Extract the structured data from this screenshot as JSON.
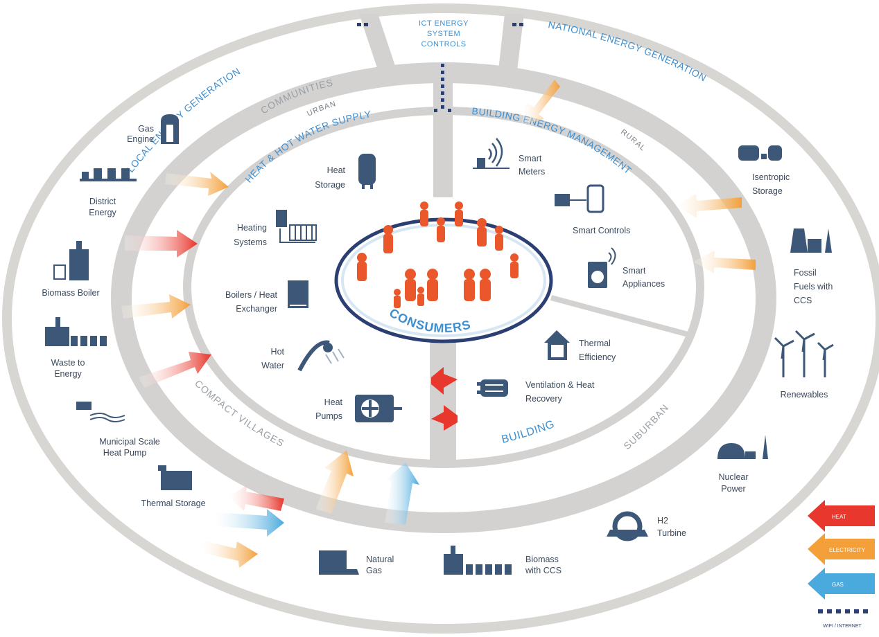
{
  "ict": {
    "line1": "ICT ENERGY",
    "line2": "SYSTEM",
    "line3": "CONTROLS"
  },
  "rings": {
    "local": "LOCAL ENERGY GENERATION",
    "national": "NATIONAL ENERGY GENERATION",
    "heat_supply": "HEAT & HOT WATER SUPPLY",
    "building_mgmt": "BUILDING ENERGY MANAGEMENT",
    "building": "BUILDING"
  },
  "zones": {
    "communities": "COMMUNITIES",
    "urban": "URBAN",
    "rural": "RURAL",
    "compact_villages": "COMPACT VILLAGES",
    "suburban": "SUBURBAN"
  },
  "center": {
    "label": "CONSUMERS"
  },
  "outer_items": {
    "gas_engine": [
      "Gas",
      "Engine"
    ],
    "district_energy": [
      "District",
      "Energy"
    ],
    "biomass_boiler": [
      "Biomass Boiler"
    ],
    "waste_to_energy": [
      "Waste to",
      "Energy"
    ],
    "municipal_heat_pump": [
      "Municipal Scale",
      "Heat Pump"
    ],
    "thermal_storage": [
      "Thermal Storage"
    ],
    "natural_gas": [
      "Natural",
      "Gas"
    ],
    "biomass_ccs": [
      "Biomass",
      "with CCS"
    ],
    "h2_turbine": [
      "H2",
      "Turbine"
    ],
    "nuclear_power": [
      "Nuclear",
      "Power"
    ],
    "renewables": [
      "Renewables"
    ],
    "fossil_ccs": [
      "Fossil",
      "Fuels with",
      "CCS"
    ],
    "isentropic_storage": [
      "Isentropic",
      "Storage"
    ]
  },
  "inner_items": {
    "heat_storage": [
      "Heat",
      "Storage"
    ],
    "heating_systems": [
      "Heating",
      "Systems"
    ],
    "boilers": [
      "Boilers / Heat",
      "Exchanger"
    ],
    "hot_water": [
      "Hot",
      "Water"
    ],
    "heat_pumps": [
      "Heat",
      "Pumps"
    ],
    "smart_meters": [
      "Smart",
      "Meters"
    ],
    "smart_controls": [
      "Smart Controls"
    ],
    "smart_appliances": [
      "Smart",
      "Appliances"
    ],
    "thermal_efficiency": [
      "Thermal",
      "Efficiency"
    ],
    "ventilation": [
      "Ventilation & Heat",
      "Recovery"
    ]
  },
  "legend": {
    "heat": "HEAT",
    "electricity": "ELECTRICITY",
    "gas": "GAS",
    "wifi": "WIFI / INTERNET"
  },
  "colors": {
    "heat": "#e8372c",
    "electricity": "#f3a03a",
    "gas": "#4aa9dd",
    "ring_grey": "#d4d2d0",
    "icon": "#3d5778",
    "people": "#e9572b",
    "accent_blue": "#3f8fcf",
    "navy": "#2c3f73"
  }
}
